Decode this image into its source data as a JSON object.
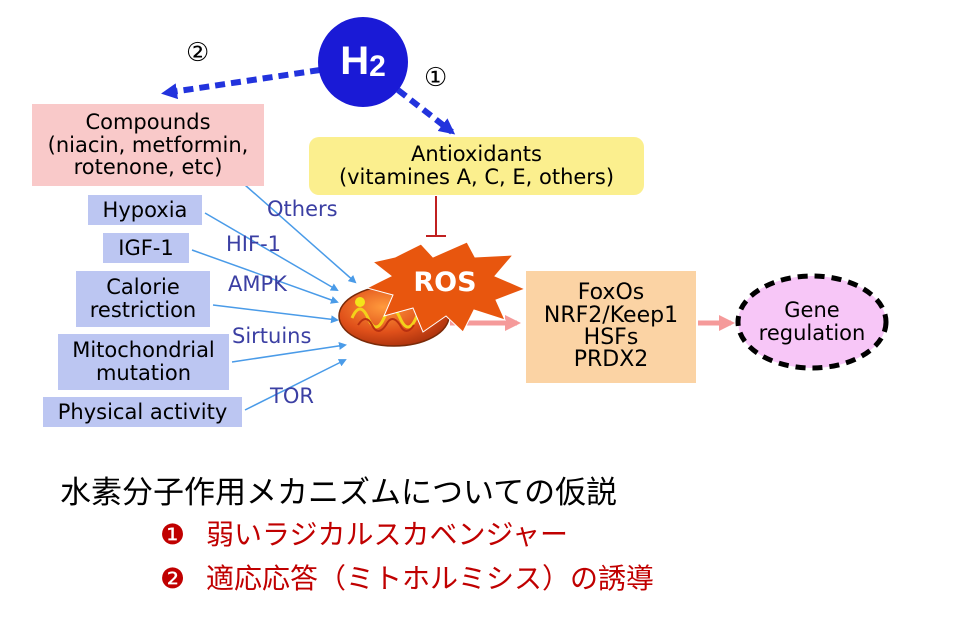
{
  "h2": {
    "label": "H",
    "subscript": "2"
  },
  "numbers": {
    "one": "①",
    "two": "②"
  },
  "compounds": {
    "lines": [
      "Compounds",
      "(niacin, metformin,",
      "rotenone, etc)"
    ]
  },
  "antioxidants": {
    "lines": [
      "Antioxidants",
      "(vitamines A, C, E, others)"
    ]
  },
  "factors": {
    "hypoxia": "Hypoxia",
    "igf1": "IGF-1",
    "calorie": [
      "Calorie",
      "restriction"
    ],
    "mito": [
      "Mitochondrial",
      "mutation"
    ],
    "activity": "Physical activity"
  },
  "mediators": {
    "others": "Others",
    "hif1": "HIF-1",
    "ampk": "AMPK",
    "sirtuins": "Sirtuins",
    "tor": "TOR"
  },
  "ros": "ROS",
  "targets": [
    "FoxOs",
    "NRF2/Keep1",
    "HSFs",
    "PRDX2"
  ],
  "gene": [
    "Gene",
    "regulation"
  ],
  "jp": {
    "title": "水素分子作用メカニズムについての仮説",
    "item1_marker": "❶",
    "item1": "弱いラジカルスカベンジャー",
    "item2_marker": "❷",
    "item2": "適応応答（ミトホルミシス）の誘導"
  },
  "colors": {
    "h2_circle": "#1a1ad6",
    "dashed_arrow": "#2233dd",
    "thin_arrow": "#4a9be8",
    "pink_arrow": "#f59a9a",
    "ros_burst": "#e8560e",
    "gene_ellipse": "#f7c6f7",
    "jp_red": "#c00000"
  }
}
